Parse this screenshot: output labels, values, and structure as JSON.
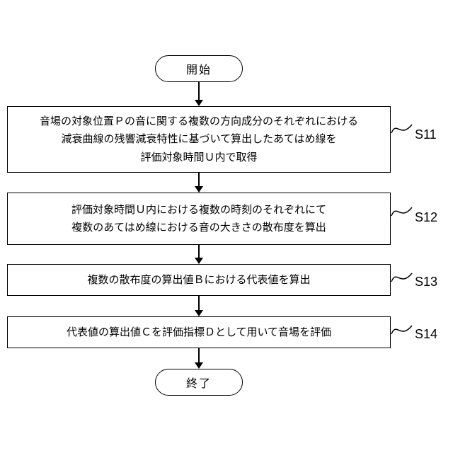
{
  "diagram": {
    "start_label": "開始",
    "end_label": "終了",
    "steps": [
      {
        "id": "S11",
        "lines": [
          "音場の対象位置Ｐの音に関する複数の方向成分のそれぞれにおける",
          "減衰曲線の残響減衰特性に基づいて算出したあてはめ線を",
          "評価対象時間Ｕ内で取得"
        ]
      },
      {
        "id": "S12",
        "lines": [
          "評価対象時間Ｕ内における複数の時刻のそれぞれにて",
          "複数のあてはめ線における音の大きさの散布度を算出"
        ]
      },
      {
        "id": "S13",
        "lines": [
          "複数の散布度の算出値Ｂにおける代表値を算出"
        ]
      },
      {
        "id": "S14",
        "lines": [
          "代表値の算出値Ｃを評価指標Ｄとして用いて音場を評価"
        ]
      }
    ]
  }
}
